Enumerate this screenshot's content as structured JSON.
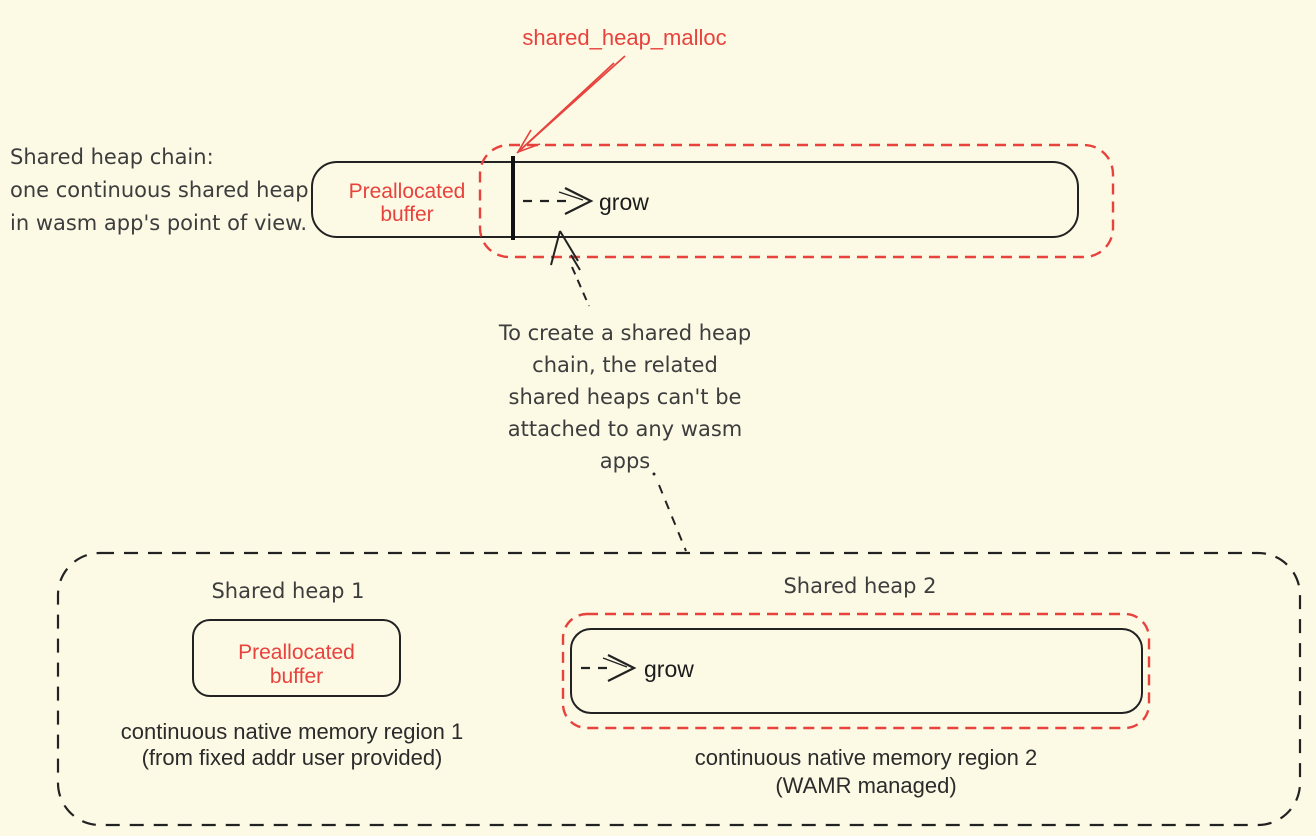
{
  "colors": {
    "background": "#fcf9e5",
    "accent_red": "#e8423d",
    "stroke_ink": "#222222",
    "note_text": "#3d3d3d",
    "caption_text": "#2b2b2b"
  },
  "heap_chain": {
    "malloc_label": "shared_heap_malloc",
    "note_lines": [
      "Shared heap chain:",
      "one continuous shared heap",
      "in wasm app's point of view."
    ],
    "preallocated_buffer_lines": [
      "Preallocated",
      "buffer"
    ],
    "grow_label": "grow"
  },
  "constraint_note_lines": [
    "To create a shared heap",
    "chain, the related",
    "shared heaps can't be",
    "attached to any wasm",
    "apps"
  ],
  "native_regions": {
    "heap1": {
      "title": "Shared heap 1",
      "preallocated_buffer_lines": [
        "Preallocated",
        "buffer"
      ],
      "caption_lines": [
        "continuous native memory region 1",
        "(from fixed addr user provided)"
      ]
    },
    "heap2": {
      "title": "Shared heap 2",
      "grow_label": "grow",
      "caption_lines": [
        "continuous native memory region 2",
        "(WAMR managed)"
      ]
    }
  }
}
